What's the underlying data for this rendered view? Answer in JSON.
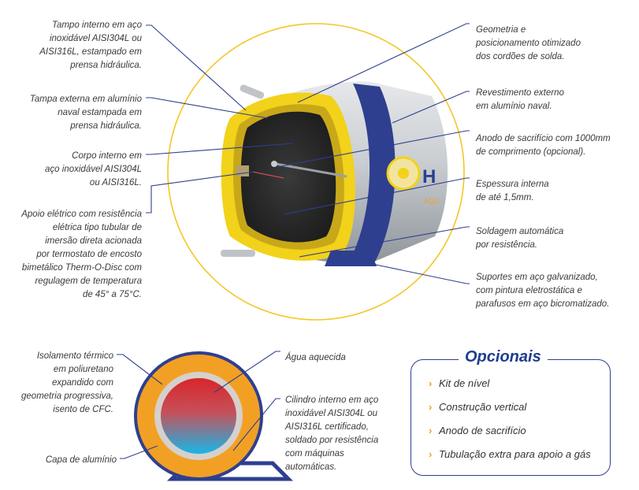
{
  "heater_labels": {
    "tampo_interno": "Tampo interno em aço\ninoxidável AISI304L ou\nAISI316L, estampado em\nprensa hidráulica.",
    "tampa_externa": "Tampa externa em alumínio\nnaval estampada em\nprensa hidráulica.",
    "corpo_interno": "Corpo interno em\naço inoxidável AISI304L\nou AISI316L.",
    "apoio_eletrico": "Apoio elétrico com resistência\nelétrica tipo tubular de\nimersão direta acionada\npor termostato de encosto\nbimetálico Therm-O-Disc com\nregulagem de temperatura\nde 45° a 75°C.",
    "geometria": "Geometria e\nposicionamento otimizado\ndos cordões de solda.",
    "revestimento": "Revestimento externo\nem alumínio naval.",
    "anodo": "Anodo de sacrifício com 1000mm\nde comprimento (opcional).",
    "espessura": "Espessura interna\nde até 1,5mm.",
    "soldagem": "Soldagem automática\npor resistência.",
    "suportes": "Suportes em aço galvanizado,\ncom pintura eletrostática e\nparafusos em aço bicromatizado."
  },
  "section_labels": {
    "isolamento": "Isolamento térmico\nem poliuretano\nexpandido com\ngeometria progressiva,\nisento de CFC.",
    "capa": "Capa de alumínio",
    "agua": "Água aquecida",
    "cilindro": "Cilindro interno em aço\ninoxidável AISI304L ou\nAISI316L certificado,\nsoldado por resistência\ncom máquinas\nautomáticas."
  },
  "brand_text": "H",
  "brand_sub": "AQU",
  "opcionais": {
    "title": "Opcionais",
    "items": [
      "Kit de nível",
      "Construção vertical",
      "Anodo de sacrifício",
      "Tubulação extra para apoio a gás"
    ]
  },
  "colors": {
    "accent_blue": "#2e3f8f",
    "insulation_yellow": "#f2d21a",
    "orange": "#f2a024",
    "bullet": "#f0a020"
  }
}
